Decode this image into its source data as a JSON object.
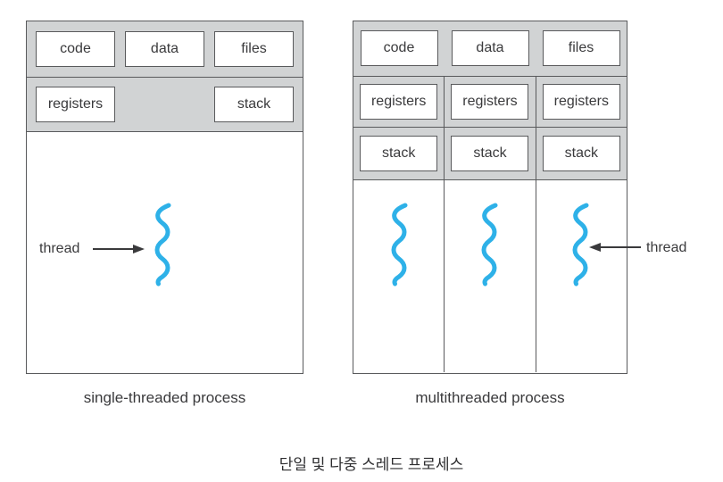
{
  "left": {
    "caption": "single-threaded process",
    "boxes": [
      "code",
      "data",
      "files"
    ],
    "registers_label": "registers",
    "stack_label": "stack",
    "thread_label": "thread"
  },
  "right": {
    "caption": "multithreaded process",
    "boxes": [
      "code",
      "data",
      "files"
    ],
    "registers_labels": [
      "registers",
      "registers",
      "registers"
    ],
    "stack_labels": [
      "stack",
      "stack",
      "stack"
    ],
    "thread_label": "thread"
  },
  "figure_caption": "단일 및 다중 스레드 프로세스",
  "icons": {
    "thread_squiggle": "thread-squiggle-icon",
    "arrow_right": "arrow-right-icon",
    "arrow_left": "arrow-left-icon"
  },
  "colors": {
    "band_gray": "#d1d3d4",
    "border_dark": "#595a5c",
    "thread_blue": "#2eb1e8",
    "text_dark": "#3a3a3c",
    "bg": "#ffffff"
  }
}
